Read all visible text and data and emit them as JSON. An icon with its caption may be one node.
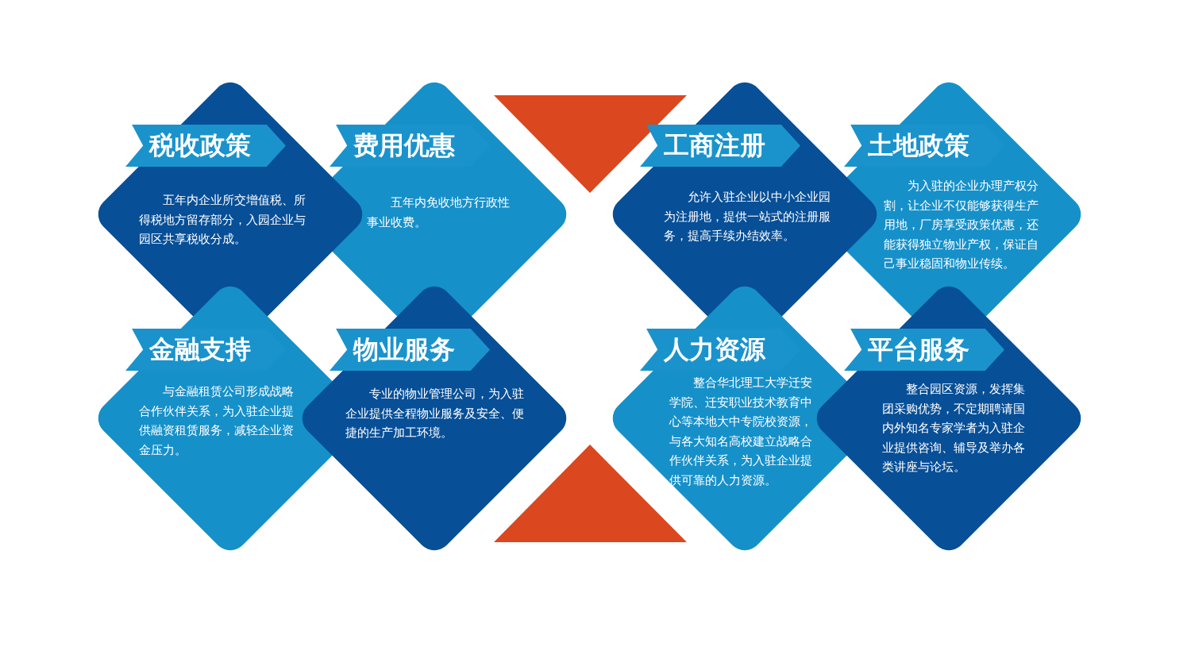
{
  "diagram": {
    "nodes": [
      {
        "text": [
          "税收政策",
          "五年内企业所交增值税、所得税地方留存部分，入园企业与园区共享税收分成。"
        ]
      },
      {
        "text": [
          "费用优惠",
          "五年内免收地方行政性事业收费。"
        ]
      },
      {
        "text": [
          "工商注册",
          "允许入驻企业以中小企业园为注册地，提供一站式的注册服务，提高手续办结效率。"
        ]
      },
      {
        "text": [
          "土地政策",
          "为入驻的企业办理产权分割，让企业不仅能够获得生产用地，厂房享受政策优惠，还能获得独立物业产权，保证自己事业稳固和物业传续。"
        ]
      },
      {
        "text": [
          "金融支持",
          "与金融租赁公司形成战略合作伙伴关系，为入驻企业提供融资租赁服务，减轻企业资金压力。"
        ]
      },
      {
        "text": [
          "物业服务",
          "专业的物业管理公司，为入驻企业提供全程物业服务及安全、便捷的生产加工环境。"
        ]
      },
      {
        "text": [
          "人力资源",
          "整合华北理工大学迁安学院、迁安职业技术教育中心等本地大中专院校资源，与各大知名高校建立战略合作伙伴关系，为入驻企业提供可靠的人力资源。"
        ]
      },
      {
        "text": [
          "平台服务",
          "整合园区资源，发挥集团采购优势，不定期聘请国内外知名专家学者为入驻企业提供咨询、辅导及举办各类讲座与论坛。"
        ]
      },
      {
        "text": [],
        "shape": "triangle"
      },
      {
        "text": [],
        "shape": "triangle"
      }
    ]
  }
}
